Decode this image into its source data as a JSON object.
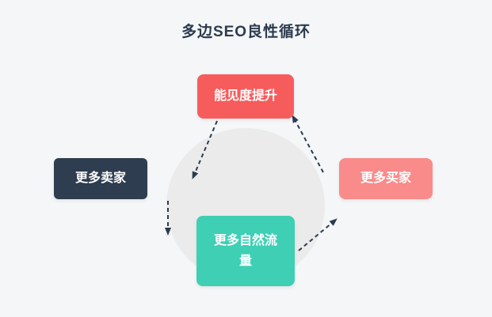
{
  "title": "多边SEO良性循环",
  "colors": {
    "background": "#f4f6f8",
    "circle": "#ebebeb",
    "arrow": "#2c3b4e",
    "title_text": "#2c3b4e"
  },
  "nodes": {
    "visibility": {
      "label": "能见度提升",
      "color": "#f75c5c"
    },
    "sellers": {
      "label": "更多卖家",
      "color": "#2e3d4f"
    },
    "buyers": {
      "label": "更多买家",
      "color": "#f98b8b"
    },
    "traffic": {
      "label": "更多自然流量",
      "color": "#3ecfb4"
    }
  },
  "edges": [
    {
      "from": "能见度提升",
      "to": "更多卖家"
    },
    {
      "from": "更多卖家",
      "to": "更多自然流量"
    },
    {
      "from": "更多自然流量",
      "to": "更多买家"
    },
    {
      "from": "更多买家",
      "to": "能见度提升"
    }
  ]
}
